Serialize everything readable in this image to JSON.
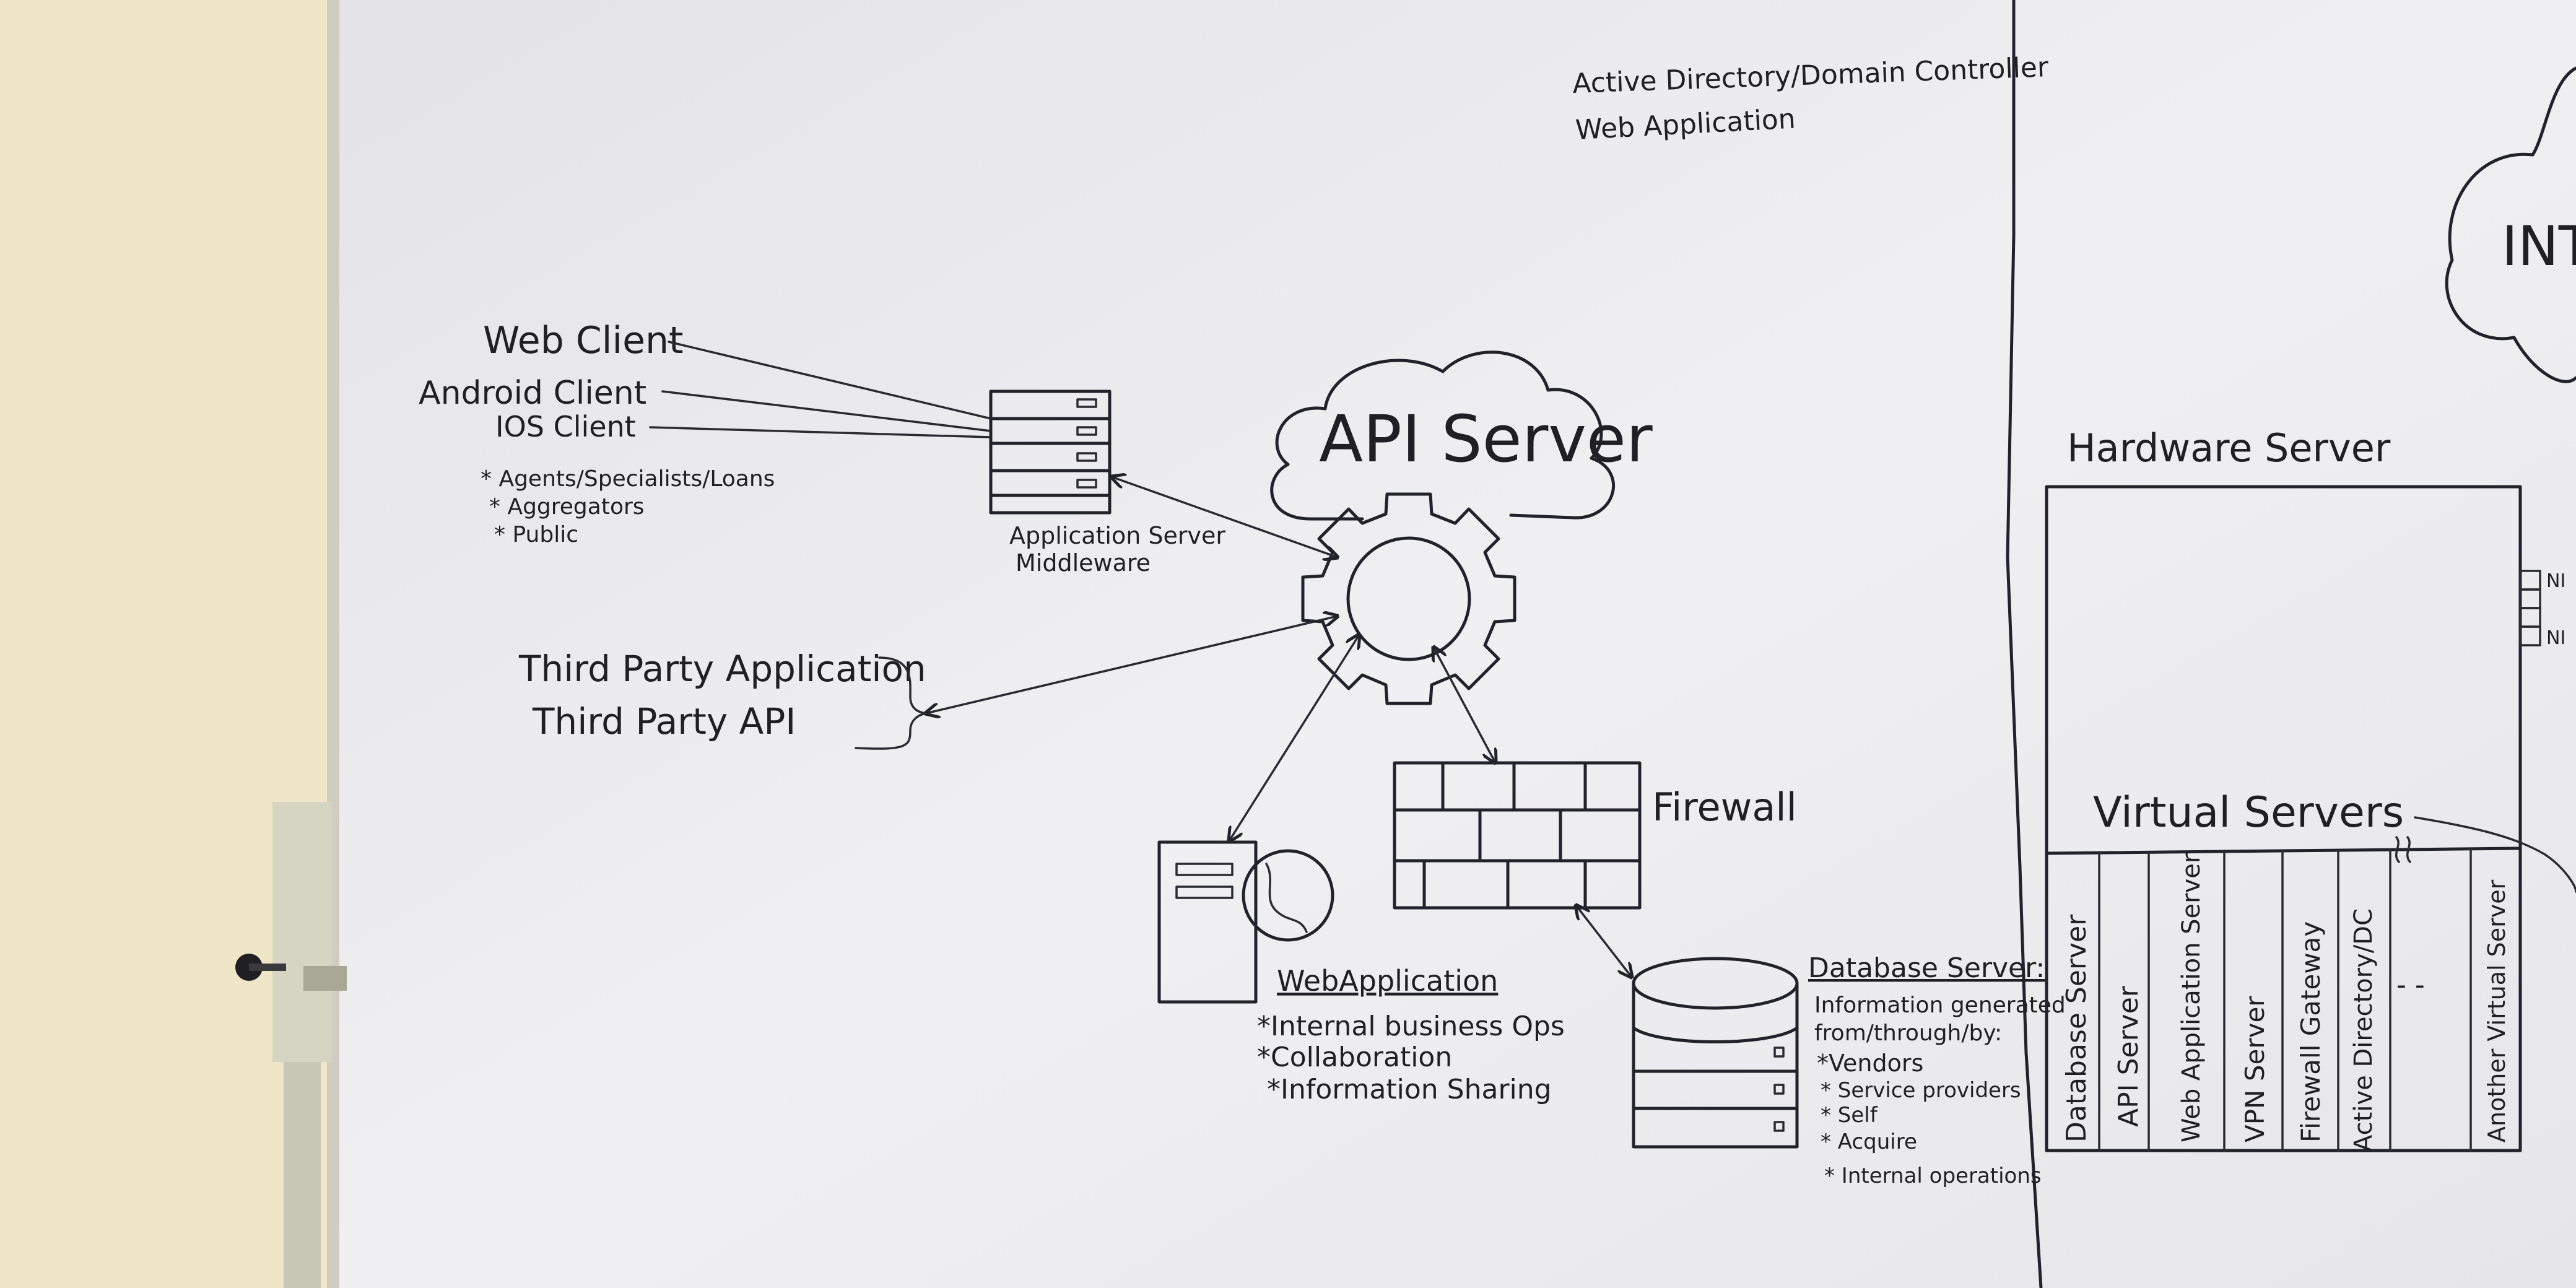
{
  "top_note": {
    "line1": "Active Directory/Domain Controller",
    "line2": "Web Application"
  },
  "clients": {
    "web": "Web Client",
    "android": "Android Client",
    "ios": "IOS Client",
    "bullets": [
      "* Agents/Specialists/Loans",
      "* Aggregators",
      "* Public"
    ]
  },
  "app_server": {
    "line1": "Application Server",
    "line2": "Middleware"
  },
  "api_server": {
    "label": "API Server"
  },
  "third_party": {
    "line1": "Third Party Application",
    "line2": "Third Party API"
  },
  "firewall": {
    "label": "Firewall"
  },
  "web_application": {
    "title": "WebApplication",
    "bullets": [
      "*Internal business Ops",
      "*Collaboration",
      "*Information Sharing"
    ]
  },
  "database_server": {
    "title": "Database Server:",
    "lines": [
      "Information generated",
      "from/through/by:",
      "*Vendors",
      "* Service providers",
      "* Self",
      "* Acquire",
      "* Internal operations"
    ]
  },
  "hardware_server": {
    "title": "Hardware Server",
    "virtual_title": "Virtual Servers",
    "columns": [
      "Database Server",
      "API Server",
      "Web Application Server",
      "VPN Server",
      "Firewall Gateway",
      "Active Directory/DC",
      "- -",
      "Another Virtual Server"
    ],
    "nic_labels": [
      "NI",
      "NI"
    ]
  },
  "internet_cloud": {
    "label": "INT"
  },
  "colors": {
    "wall": "#efe6c8",
    "board": "#ececf0",
    "frame": "#c9c7bb",
    "ink": "#22232a"
  }
}
